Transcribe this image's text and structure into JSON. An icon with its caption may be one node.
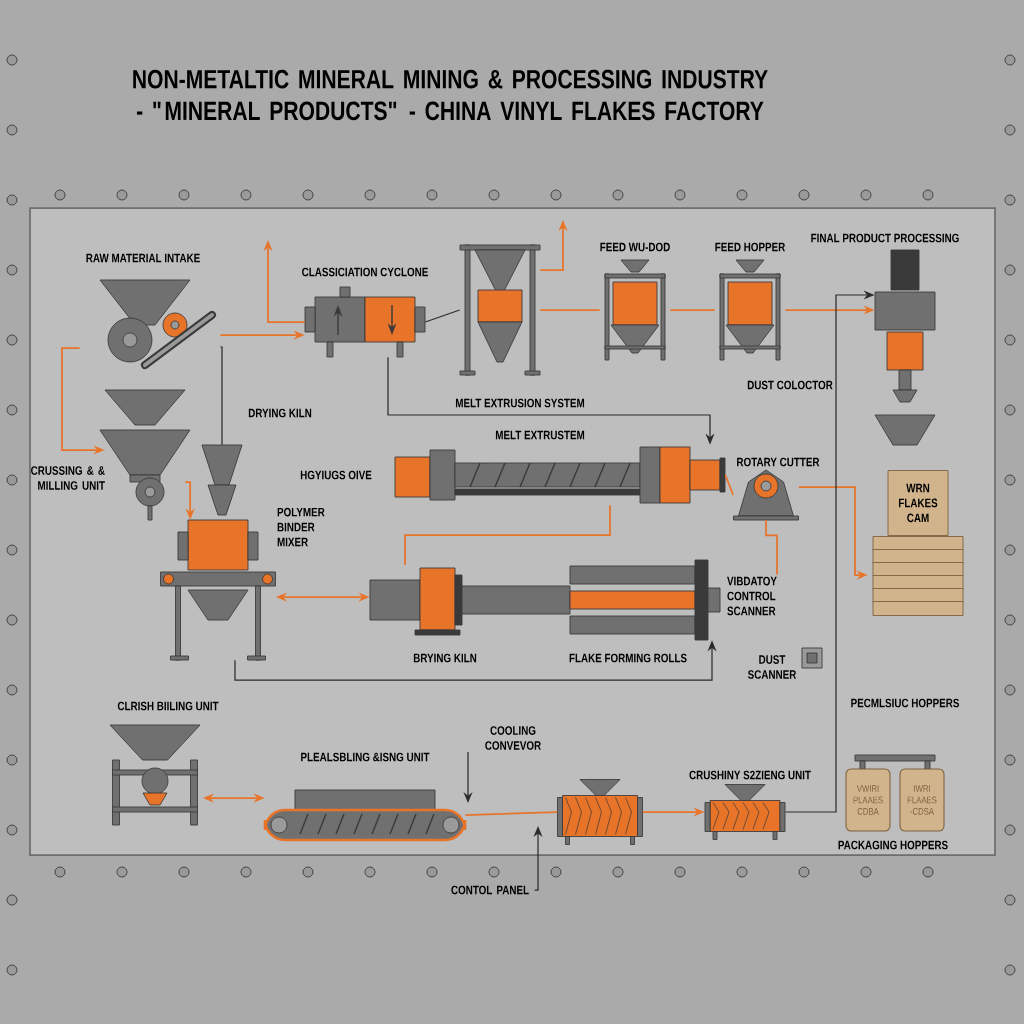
{
  "diagram": {
    "title": "NON-METALTIC MINERAL MINING & PROCESSING INDUSTRY - \"MINERAL PRODUCTS\" - CHINA VINYL FLAKES FACTORY",
    "nodes": [
      {
        "text": [
          "RAW MATERIAL INTAKE"
        ]
      },
      {
        "text": [
          "CRUSSING & & MILLING UNIT"
        ]
      },
      {
        "text": [
          "CLASSICIATION CYCLONE"
        ]
      },
      {
        "text": [],
        "shape": "picture"
      },
      {
        "text": [
          "FEED WU-DOD"
        ]
      },
      {
        "text": [
          "FEED HOPPER"
        ]
      },
      {
        "text": [
          "FINAL PRODUCT PROCESSING"
        ]
      },
      {
        "text": [
          "DRYING KILN"
        ]
      },
      {
        "text": [
          "POLYMER BINDER MIXER"
        ]
      },
      {
        "text": [
          "MELT EXTRUSTEM"
        ]
      },
      {
        "text": [
          "ROTARY CUTTER"
        ]
      },
      {
        "text": [
          "WRN FLAKES CAM"
        ]
      },
      {
        "text": [
          "BRYING KILN"
        ]
      },
      {
        "text": [
          "FLAKE FORMING ROLLS"
        ]
      },
      {
        "text": [
          "VIBDATOY CONTROL SCANNER"
        ]
      },
      {
        "text": [
          "DUST SCANNER"
        ]
      },
      {
        "text": [
          "CLRISH BIILING UNIT"
        ]
      },
      {
        "text": [
          "PLEALSBLING &ISNG UNIT"
        ]
      },
      {
        "text": [
          "COOLING CONVEVOR"
        ]
      },
      {
        "text": [],
        "shape": "picture"
      },
      {
        "text": [
          "CRUSHINY S2ZIENG UNIT"
        ]
      },
      {
        "text": [
          "PECMLSIUC HOPPERS",
          "PACKAGING HOPPERS"
        ]
      },
      {
        "text": [
          "VWIRI PLAAES CDBA"
        ],
        "in": 21
      },
      {
        "text": [
          "IWRI FLAAES -CDSA"
        ],
        "in": 21
      },
      {
        "text": [
          "CONTOL PANEL"
        ]
      }
    ],
    "edges": [
      {
        "from": 0,
        "to": 2,
        "arrow": "to"
      },
      {
        "from": 0,
        "to": 1,
        "arrow": "to"
      },
      {
        "from": 2,
        "to": null,
        "arrow": "to"
      },
      {
        "from": 3,
        "to": null,
        "arrow": "to"
      },
      {
        "from": 2,
        "to": 3,
        "arrow": "none",
        "color": "#2b2b2b"
      },
      {
        "from": 3,
        "to": 4,
        "arrow": "none"
      },
      {
        "from": 4,
        "to": 5,
        "arrow": "none"
      },
      {
        "from": 5,
        "to": 6,
        "arrow": "to"
      },
      {
        "from": 0,
        "to": 7,
        "arrow": "none",
        "color": "#2b2b2b"
      },
      {
        "from": 1,
        "to": 8,
        "arrow": "to"
      },
      {
        "from": 8,
        "to": 12,
        "arrow": "both"
      },
      {
        "from": 2,
        "to": 9,
        "arrow": "to",
        "color": "#2b2b2b"
      },
      {
        "from": 9,
        "to": 10,
        "arrow": "none"
      },
      {
        "from": 10,
        "to": 11,
        "arrow": "to"
      },
      {
        "from": 10,
        "to": 14,
        "arrow": "none"
      },
      {
        "from": 9,
        "to": 12,
        "arrow": "none"
      },
      {
        "from": 8,
        "to": 13,
        "arrow": "to",
        "color": "#2b2b2b"
      },
      {
        "from": 16,
        "to": 17,
        "arrow": "both"
      },
      {
        "from": 17,
        "to": 19,
        "arrow": "none"
      },
      {
        "from": 19,
        "to": 20,
        "arrow": "to"
      },
      {
        "from": 20,
        "to": 6,
        "arrow": "to",
        "color": "#2b2b2b"
      },
      {
        "from": 18,
        "to": null,
        "arrow": "to",
        "color": "#2b2b2b"
      },
      {
        "from": 24,
        "to": null,
        "arrow": "to",
        "color": "#2b2b2b"
      }
    ],
    "labels": [
      "MELT EXTRUSION SYSTEM",
      "HGYIUGS OIVE",
      "DUST COLOCTOR"
    ]
  }
}
